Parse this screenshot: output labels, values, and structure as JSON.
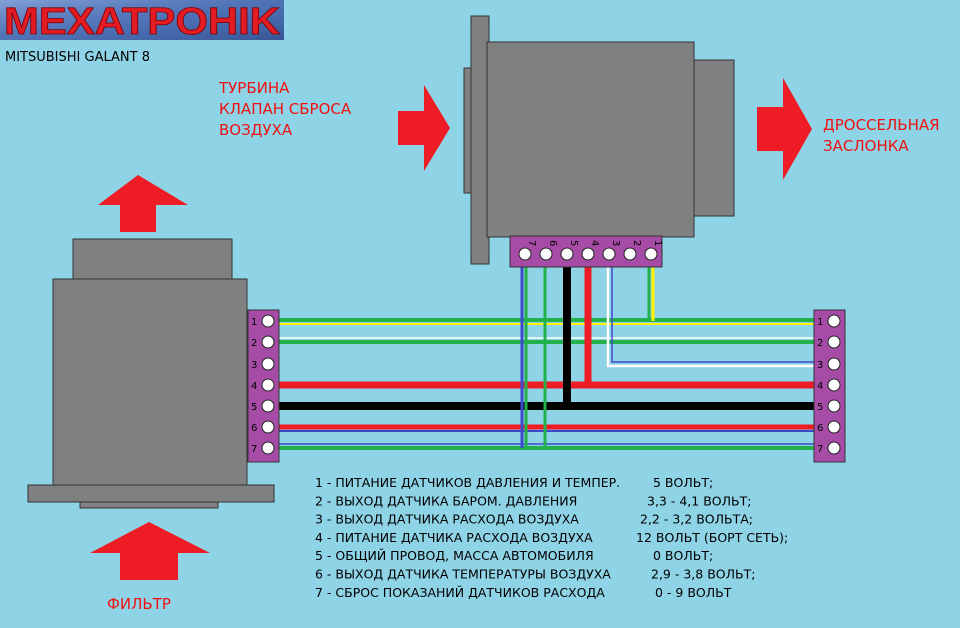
{
  "header": {
    "logo": "MEXATPOHIK",
    "subtitle": "MITSUBISHI GALANT 8"
  },
  "labels": {
    "turbo": [
      "ТУРБИНА",
      "КЛАПАН СБРОСА",
      "ВОЗДУХА"
    ],
    "throttle": [
      "ДРОССЕЛЬНАЯ",
      "ЗАСЛОНКА"
    ],
    "filter": "ФИЛЬТР"
  },
  "left_connector": {
    "pins": [
      "1",
      "2",
      "3",
      "4",
      "5",
      "6",
      "7"
    ]
  },
  "right_connector": {
    "pins": [
      "1",
      "2",
      "3",
      "4",
      "5",
      "6",
      "7"
    ]
  },
  "top_connector": {
    "pins": [
      "7",
      "6",
      "5",
      "4",
      "3",
      "2",
      "1"
    ]
  },
  "legend": [
    {
      "desc": "1 - ПИТАНИЕ ДАТЧИКОВ ДАВЛЕНИЯ И ТЕМПЕР.",
      "value": "5 ВОЛЬТ;"
    },
    {
      "desc": "2 - ВЫХОД ДАТЧИКА БАРОМ. ДАВЛЕНИЯ",
      "value": "3,3 - 4,1 ВОЛЬТ;"
    },
    {
      "desc": "3 - ВЫХОД ДАТЧИКА РАСХОДА ВОЗДУХА",
      "value": "2,2 - 3,2 ВОЛЬТА;"
    },
    {
      "desc": "4 - ПИТАНИЕ ДАТЧИКА РАСХОДА ВОЗДУХА",
      "value": "12 ВОЛЬТ (БОРТ СЕТЬ);"
    },
    {
      "desc": "5 - ОБЩИЙ ПРОВОД, МАССА АВТОМОБИЛЯ",
      "value": "0 ВОЛЬТ;"
    },
    {
      "desc": "6 - ВЫХОД ДАТЧИКА ТЕМПЕРАТУРЫ ВОЗДУХА",
      "value": "2,9 - 3,8 ВОЛЬТ;"
    },
    {
      "desc": "7 - СБРОС ПОКАЗАНИЙ ДАТЧИКОВ РАСХОДА",
      "value": "0 - 9 ВОЛЬТ"
    }
  ],
  "colors": {
    "background": "#8fd3e6",
    "body_gray": "#808080",
    "arrow_red": "#ee1c24",
    "connector_purple": "#a64ca6",
    "label_red": "#ee1111",
    "logo_red": "#e31b23",
    "wire_green": "#22b14c",
    "wire_yellow": "#fff200",
    "wire_red": "#ee1c24",
    "wire_black": "#000000",
    "wire_white": "#ffffff",
    "wire_blue": "#3f48cc"
  }
}
